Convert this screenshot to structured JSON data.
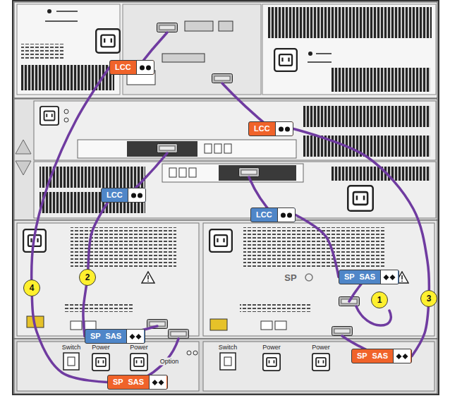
{
  "diagram": {
    "nodes": [
      {
        "text": [
          "LCC"
        ]
      },
      {
        "text": [
          "LCC"
        ]
      },
      {
        "text": [
          "LCC"
        ]
      },
      {
        "text": [
          "LCC"
        ]
      },
      {
        "text": [
          "2"
        ]
      },
      {
        "text": [
          "SP SAS"
        ]
      },
      {
        "text": [
          "4"
        ]
      },
      {
        "text": [
          "3"
        ]
      },
      {
        "text": [
          "1"
        ]
      },
      {
        "text": [
          "SP SAS"
        ]
      },
      {
        "text": [
          "SP SAS"
        ]
      },
      {
        "text": [
          "SP SAS"
        ]
      }
    ],
    "edges": [
      {
        "from": 3,
        "to": 5,
        "arrow": "none"
      },
      {
        "from": 2,
        "to": 9,
        "arrow": "none"
      },
      {
        "from": 1,
        "to": 10,
        "arrow": "none"
      },
      {
        "from": 0,
        "to": 11,
        "arrow": "none"
      }
    ],
    "labels": [
      "SP",
      "Switch",
      "Power",
      "Power",
      "Switch",
      "Power",
      "Power",
      "Option"
    ]
  }
}
